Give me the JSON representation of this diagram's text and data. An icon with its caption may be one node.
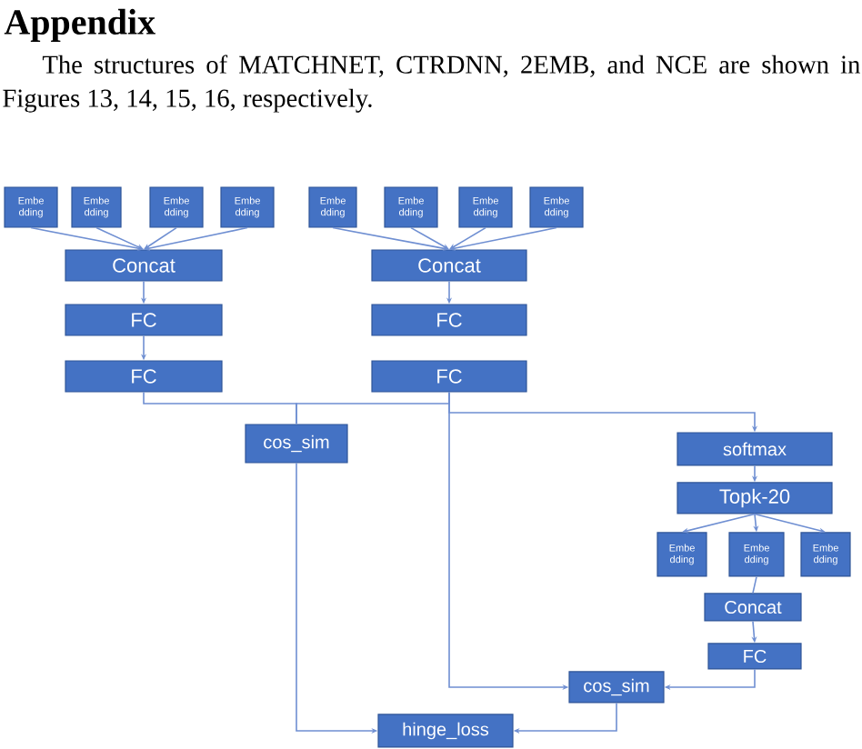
{
  "diagram": {
    "title": "Appendix",
    "nodes": [
      {
        "text": [
          "Embe dding"
        ]
      },
      {
        "text": [
          "Embe dding"
        ]
      },
      {
        "text": [
          "Embe dding"
        ]
      },
      {
        "text": [
          "Embe dding"
        ]
      },
      {
        "text": [
          "Concat"
        ]
      },
      {
        "text": [
          "FC"
        ]
      },
      {
        "text": [
          "FC"
        ]
      },
      {
        "text": [
          "Embe dding"
        ]
      },
      {
        "text": [
          "Embe dding"
        ]
      },
      {
        "text": [
          "Embe dding"
        ]
      },
      {
        "text": [
          "Embe dding"
        ]
      },
      {
        "text": [
          "Concat"
        ]
      },
      {
        "text": [
          "FC"
        ]
      },
      {
        "text": [
          "FC"
        ]
      },
      {
        "text": [
          "cos_sim"
        ]
      },
      {
        "text": [
          "softmax"
        ]
      },
      {
        "text": [
          "Topk-20"
        ]
      },
      {
        "text": [
          "Embe dding"
        ]
      },
      {
        "text": [
          "Embe dding"
        ]
      },
      {
        "text": [
          "Embe dding"
        ]
      },
      {
        "text": [
          "Concat"
        ]
      },
      {
        "text": [
          "FC"
        ]
      },
      {
        "text": [
          "cos_sim"
        ]
      },
      {
        "text": [
          "hinge_loss"
        ]
      }
    ],
    "edges": [
      {
        "from": 0,
        "to": 4,
        "arrow": "to"
      },
      {
        "from": 1,
        "to": 4,
        "arrow": "to"
      },
      {
        "from": 2,
        "to": 4,
        "arrow": "to"
      },
      {
        "from": 3,
        "to": 4,
        "arrow": "to"
      },
      {
        "from": 4,
        "to": 5,
        "arrow": "to"
      },
      {
        "from": 5,
        "to": 6,
        "arrow": "to"
      },
      {
        "from": 7,
        "to": 11,
        "arrow": "to"
      },
      {
        "from": 8,
        "to": 11,
        "arrow": "to"
      },
      {
        "from": 9,
        "to": 11,
        "arrow": "to"
      },
      {
        "from": 10,
        "to": 11,
        "arrow": "to"
      },
      {
        "from": 11,
        "to": 12,
        "arrow": "to"
      },
      {
        "from": 6,
        "to": 14,
        "arrow": "none"
      },
      {
        "from": 13,
        "to": 14,
        "arrow": "none"
      },
      {
        "from": 13,
        "to": 15,
        "arrow": "to"
      },
      {
        "from": 13,
        "to": 22,
        "arrow": "to"
      },
      {
        "from": 15,
        "to": 16,
        "arrow": "to"
      },
      {
        "from": 16,
        "to": 17,
        "arrow": "to"
      },
      {
        "from": 16,
        "to": 18,
        "arrow": "to"
      },
      {
        "from": 16,
        "to": 19,
        "arrow": "to"
      },
      {
        "from": 18,
        "to": 20,
        "arrow": "none"
      },
      {
        "from": 20,
        "to": 21,
        "arrow": "to"
      },
      {
        "from": 21,
        "to": 22,
        "arrow": "to"
      },
      {
        "from": 14,
        "to": 23,
        "arrow": "to"
      },
      {
        "from": 22,
        "to": 23,
        "arrow": "to"
      }
    ],
    "labels": [
      "The structures of MATCHNET, CTRDNN, 2EMB, and NCE are shown in Figures 13, 14, 15, 16, respectively."
    ]
  }
}
